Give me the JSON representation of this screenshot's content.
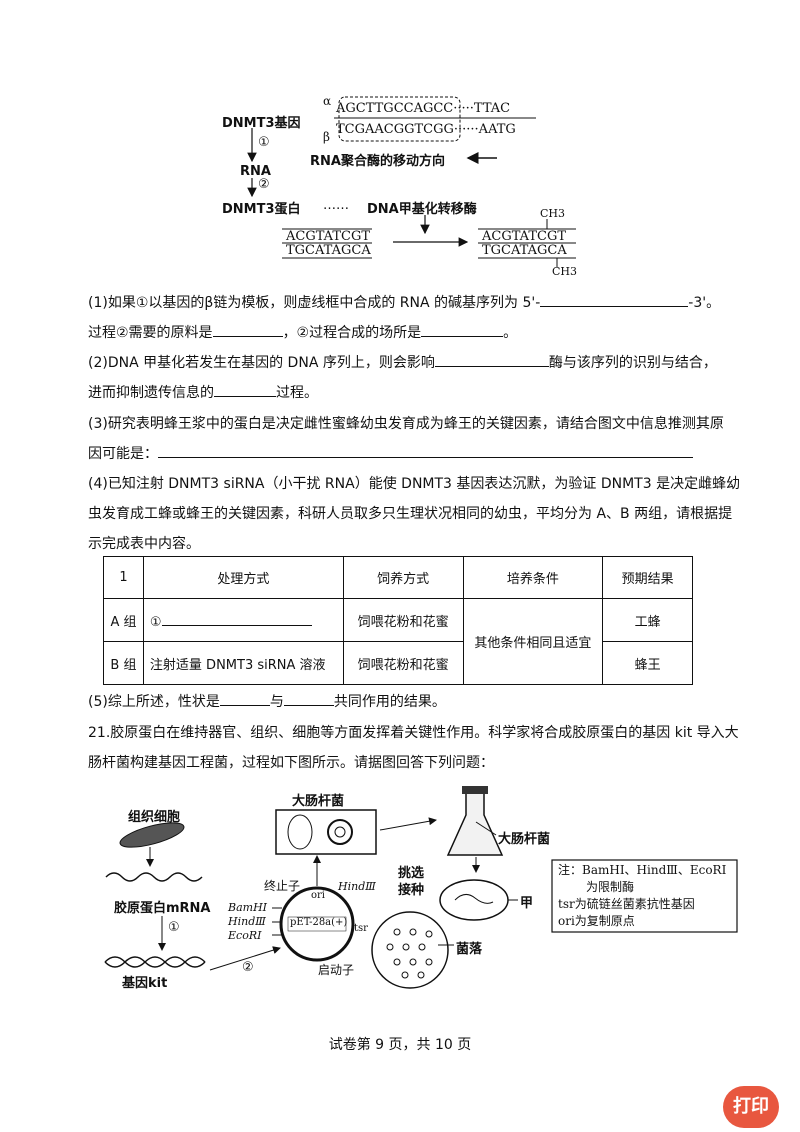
{
  "figure1": {
    "gene_label": "DNMT3基因",
    "step1": "①",
    "rna_label": "RNA",
    "step2": "②",
    "protein_label": "DNMT3蛋白",
    "dots": "……",
    "enzyme_label": "DNA甲基化转移酶",
    "alpha": "α",
    "beta": "β",
    "alpha_seq": "AGCTTGCCAGCC·····TTAC",
    "beta_seq": "TCGAACGGTCGG······AATG",
    "rnap_direction": "RNA聚合酶的移动方向",
    "left_top": "ACGTATCGT",
    "left_bottom": "TGCATAGCA",
    "right_top": "ACGTATCGT",
    "right_bottom": "TGCATAGCA",
    "ch3_top": "CH3",
    "ch3_bottom": "CH3"
  },
  "q1": {
    "line1_a": "(1)如果①以基因的β链为模板，则虚线框中合成的 RNA 的碱基序列为 5'-",
    "line1_b": "-3'。",
    "line2_a": "过程②需要的原料是",
    "line2_b": "，②过程合成的场所是",
    "line2_c": "。"
  },
  "q2": {
    "line1_a": "(2)DNA 甲基化若发生在基因的 DNA 序列上，则会影响",
    "line1_b": "酶与该序列的识别与结合，",
    "line2_a": "进而抑制遗传信息的",
    "line2_b": "过程。"
  },
  "q3": {
    "line1": "(3)研究表明蜂王浆中的蛋白是决定雌性蜜蜂幼虫发育成为蜂王的关键因素，请结合图文中信息推测其原",
    "line2": "因可能是："
  },
  "q4": {
    "line1": "(4)已知注射 DNMT3 siRNA（小干扰 RNA）能使 DNMT3 基因表达沉默，为验证 DNMT3 是决定雌蜂幼",
    "line2": "虫发育成工蜂或蜂王的关键因素，科研人员取多只生理状况相同的幼虫，平均分为 A、B 两组，请根据提",
    "line3": "示完成表中内容。"
  },
  "table": {
    "header": [
      "1",
      "处理方式",
      "饲养方式",
      "培养条件",
      "预期结果"
    ],
    "row_a": {
      "group": "A 组",
      "treatment": "①",
      "feeding": "饲喂花粉和花蜜",
      "result": "工蜂"
    },
    "row_b": {
      "group": "B 组",
      "treatment": "注射适量 DNMT3 siRNA 溶液",
      "feeding": "饲喂花粉和花蜜",
      "result": "蜂王"
    },
    "condition": "其他条件相同且适宜"
  },
  "q5": {
    "a": "(5)综上所述，性状是",
    "b": "与",
    "c": "共同作用的结果。"
  },
  "q21": {
    "line1": "21.胶原蛋白在维持器官、组织、细胞等方面发挥着关键性作用。科学家将合成胶原蛋白的基因 kit 导入大",
    "line2": "肠杆菌构建基因工程菌，过程如下图所示。请据图回答下列问题："
  },
  "figure2": {
    "tissue_cell": "组织细胞",
    "mrna": "胶原蛋白mRNA",
    "step1": "①",
    "gene_kit": "基因kit",
    "step2": "②",
    "ecoli_top": "大肠杆菌",
    "terminator": "终止子",
    "ori": "ori",
    "hindIII_a": "HindⅢ",
    "bamhI": "BamHⅠ",
    "hindIII_b": "HindⅢ",
    "ecori": "EcoRⅠ",
    "plasmid": "pET-28a(+)",
    "tsr": "tsr",
    "promoter": "启动子",
    "select_1": "挑选",
    "select_2": "接种",
    "ecoli_flask": "大肠杆菌",
    "jia": "甲",
    "colony": "菌落",
    "note_1": "注：BamHⅠ、HindⅢ、EcoRⅠ",
    "note_2": "为限制酶",
    "note_3": "tsr为硫链丝菌素抗性基因",
    "note_4": "ori为复制原点"
  },
  "footer": "试卷第 9 页，共 10 页",
  "print_button": "打印"
}
